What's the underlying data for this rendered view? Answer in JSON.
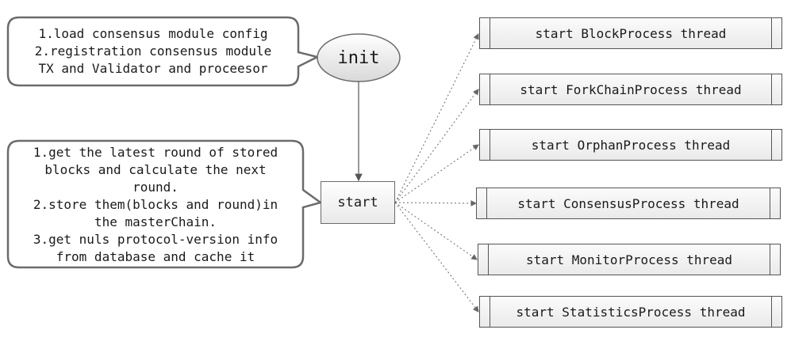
{
  "callout_init": {
    "lines": "1.load consensus module config\n2.registration consensus module\nTX and Validator and proceesor"
  },
  "callout_start": {
    "lines": "1.get the latest round of stored\nblocks and calculate the next\nround.\n2.store them(blocks and round)in\nthe masterChain.\n3.get nuls protocol-version info\nfrom database and cache it"
  },
  "nodes": {
    "init": "init",
    "start": "start"
  },
  "threads": [
    "start BlockProcess thread",
    "start ForkChainProcess thread",
    "start OrphanProcess thread",
    "start ConsensusProcess thread",
    "start MonitorProcess thread",
    "start StatisticsProcess thread"
  ]
}
